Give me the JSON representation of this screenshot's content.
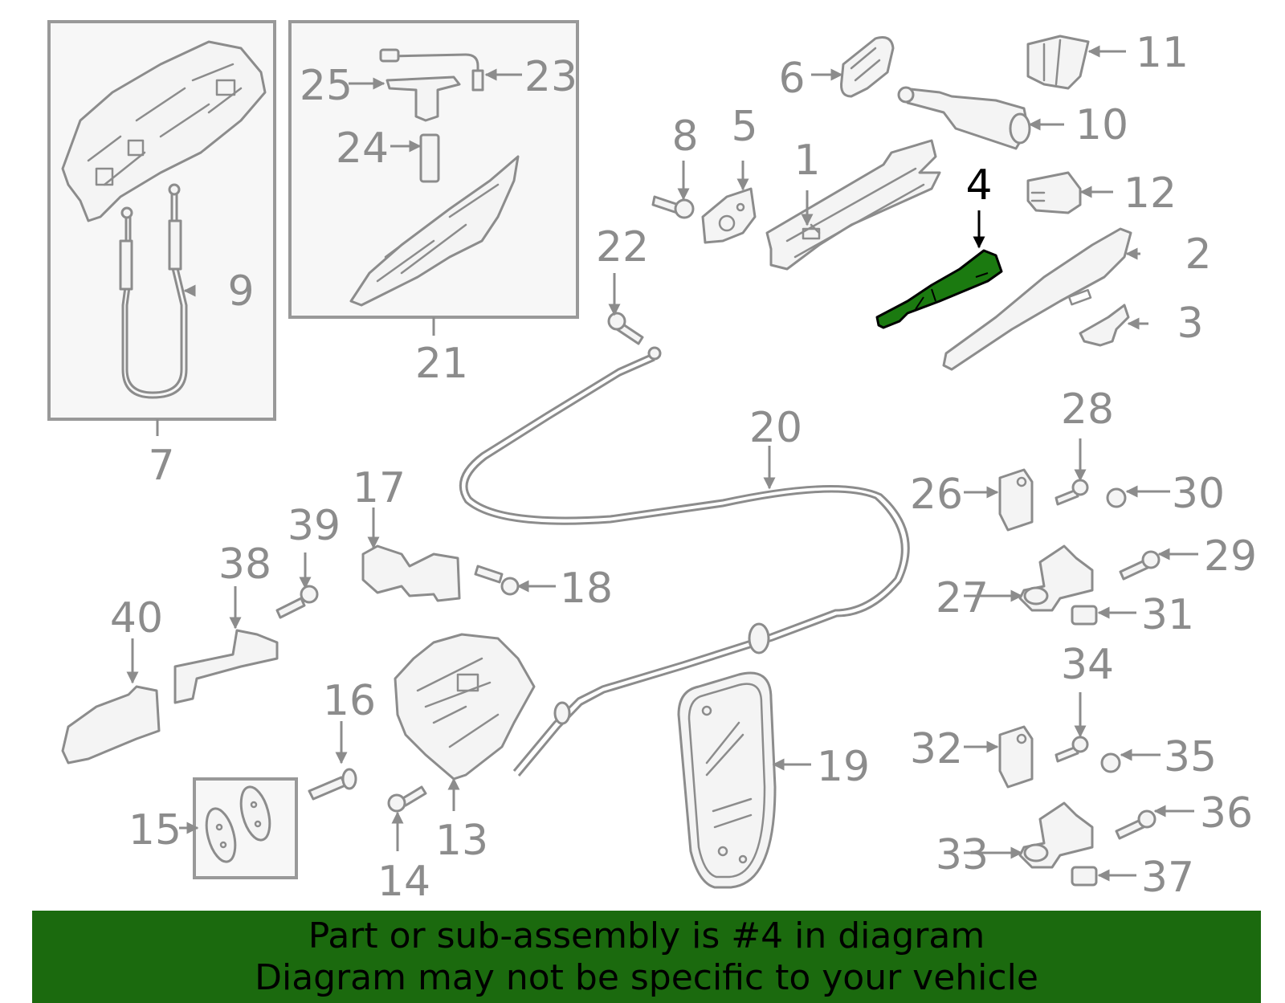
{
  "diagram": {
    "highlighted_part": "4",
    "highlight_color": "#1b7a10",
    "line_color": "#8c8c8c",
    "callouts": [
      "1",
      "2",
      "3",
      "4",
      "5",
      "6",
      "7",
      "8",
      "9",
      "10",
      "11",
      "12",
      "13",
      "14",
      "15",
      "16",
      "17",
      "18",
      "19",
      "20",
      "21",
      "22",
      "23",
      "24",
      "25",
      "26",
      "27",
      "28",
      "29",
      "30",
      "31",
      "32",
      "33",
      "34",
      "35",
      "36",
      "37",
      "38",
      "39",
      "40"
    ]
  },
  "banner": {
    "line1": "Part or sub-assembly is #4 in diagram",
    "line2": "Diagram may not be specific to your vehicle",
    "background": "#1b6a0e"
  }
}
